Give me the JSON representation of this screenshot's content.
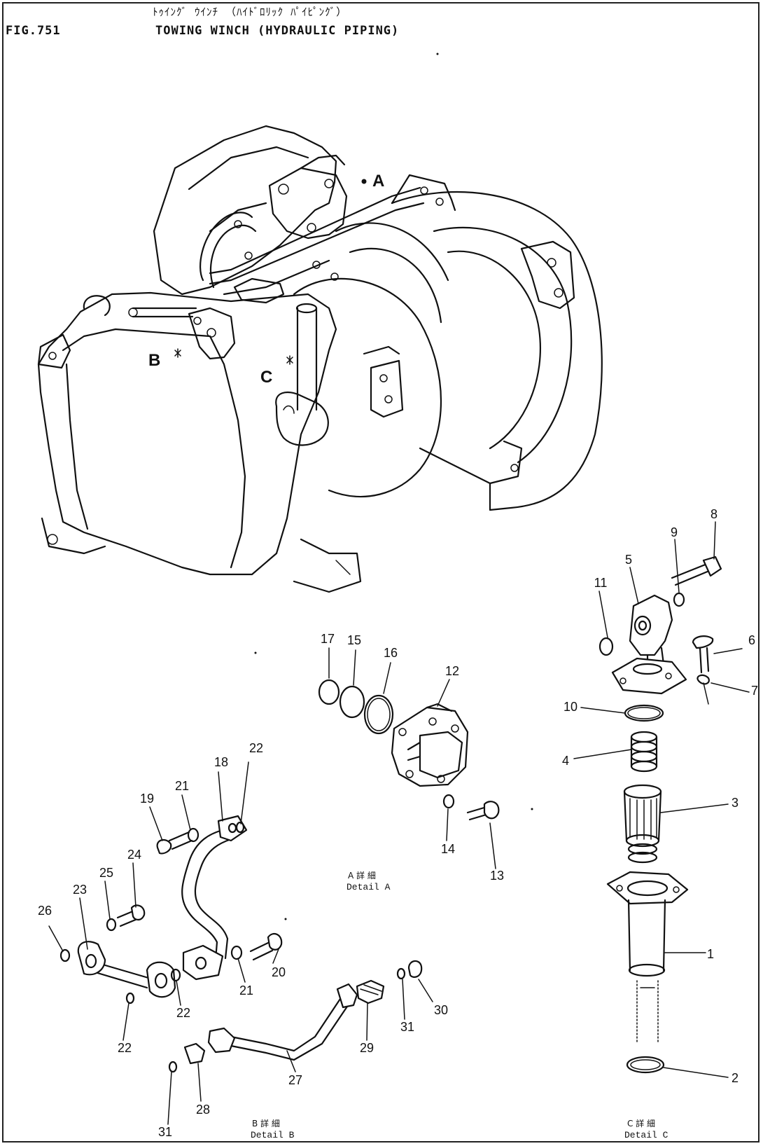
{
  "header": {
    "fig_no": "FIG.751",
    "title_kana": "ﾄｩｲﾝｸﾞ ｳｲﾝﾁ （ﾊｲﾄﾞﾛﾘｯｸ ﾊﾟｲﾋﾟﾝｸﾞ）",
    "title": "TOWING WINCH (HYDRAULIC PIPING)"
  },
  "callouts": {
    "a": "A",
    "b": "B",
    "c": "C"
  },
  "details": {
    "a": {
      "kanji": "A  詳  細",
      "label": "Detail  A"
    },
    "b": {
      "kanji": "B  詳  細",
      "label": "Detail  B"
    },
    "c": {
      "kanji": "C  詳  細",
      "label": "Detail  C"
    }
  },
  "part_numbers": {
    "p1": "1",
    "p2": "2",
    "p3": "3",
    "p4": "4",
    "p5": "5",
    "p6": "6",
    "p7": "7",
    "p8": "8",
    "p9": "9",
    "p10": "10",
    "p11": "11",
    "p12": "12",
    "p13": "13",
    "p14": "14",
    "p15": "15",
    "p16": "16",
    "p17": "17",
    "p18": "18",
    "p19": "19",
    "p20": "20",
    "p21a": "21",
    "p21b": "21",
    "p22a": "22",
    "p22b": "22",
    "p22c": "22",
    "p23": "23",
    "p24": "24",
    "p25": "25",
    "p26": "26",
    "p27": "27",
    "p28": "28",
    "p29": "29",
    "p30": "30",
    "p31a": "31",
    "p31b": "31"
  }
}
